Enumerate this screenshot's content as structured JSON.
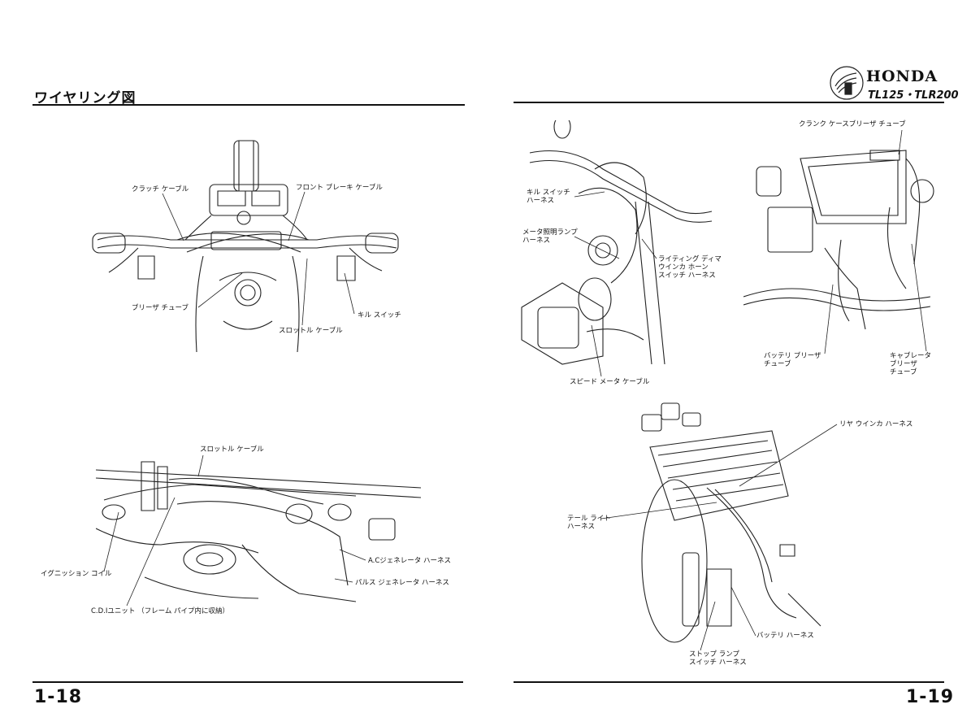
{
  "left_page": {
    "title": "ワイヤリング図",
    "page_number": "1-18",
    "fig1_labels": {
      "clutch_cable": "クラッチ ケーブル",
      "front_brake_cable": "フロント ブレーキ ケーブル",
      "breather_tube": "ブリーザ チューブ",
      "kill_switch": "キル スイッチ",
      "throttle_cable": "スロットル ケーブル"
    },
    "fig2_labels": {
      "throttle_cable": "スロットル ケーブル",
      "ignition_coil": "イグニッション コイル",
      "ac_generator_harness": "A.Cジェネレータ ハーネス",
      "pulse_generator_harness": "パルス ジェネレータ ハーネス",
      "cdi_unit": "C.D.Iユニット （フレーム パイプ内に収納）"
    }
  },
  "right_page": {
    "brand": "HONDA",
    "model": "TL125・TLR200",
    "page_number": "1-19",
    "fig3_labels": {
      "kill_switch_harness": "キル スイッチ\nハーネス",
      "meter_lamp_harness": "メータ照明ランプ\nハーネス",
      "lighting_dimmer": "ライティング ディマ\nウインカ ホーン\nスイッチ ハーネス",
      "speedometer_cable": "スピード メータ ケーブル"
    },
    "fig4_labels": {
      "crankcase_breather": "クランク ケースブリーザ チューブ",
      "battery_breather": "バッテリ ブリーザ\nチューブ",
      "carb_breather": "キャブレータ\nブリーザ\nチューブ"
    },
    "fig5_labels": {
      "rear_winker_harness": "リヤ ウインカ ハーネス",
      "tail_light_harness": "テール ライト\nハーネス",
      "battery_harness": "バッテリ ハーネス",
      "stop_lamp_harness": "ストップ ランプ\nスイッチ ハーネス"
    }
  }
}
